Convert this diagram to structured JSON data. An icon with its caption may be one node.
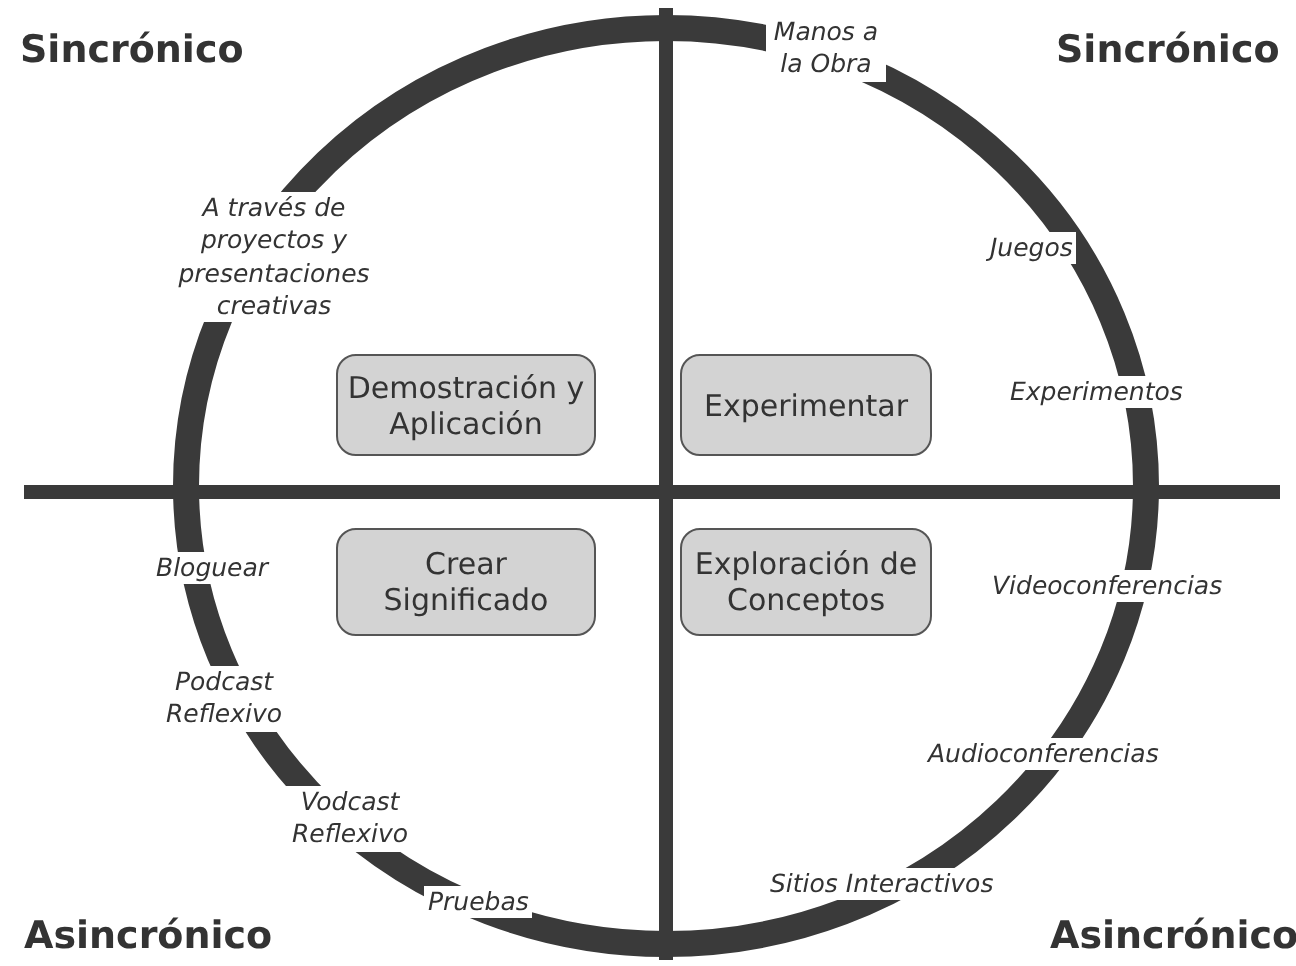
{
  "diagram": {
    "nodes": [
      {
        "text": [
          "Demostración y Aplicación"
        ]
      },
      {
        "text": [
          "Experimentar"
        ]
      },
      {
        "text": [
          "Crear Significado"
        ]
      },
      {
        "text": [
          "Exploración de Conceptos"
        ]
      }
    ],
    "labels": [
      "Sincrónico",
      "Manos a la Obra",
      "Sincrónico",
      "A través de proyectos y presentaciones creativas",
      "Juegos",
      "Experimentos",
      "Bloguear",
      "Videoconferencias",
      "Podcast Reflexivo",
      "Audioconferencias",
      "Vodcast Reflexivo",
      "Sitios Interactivos",
      "Asincrónico",
      "Pruebas",
      "Asincrónico"
    ]
  }
}
